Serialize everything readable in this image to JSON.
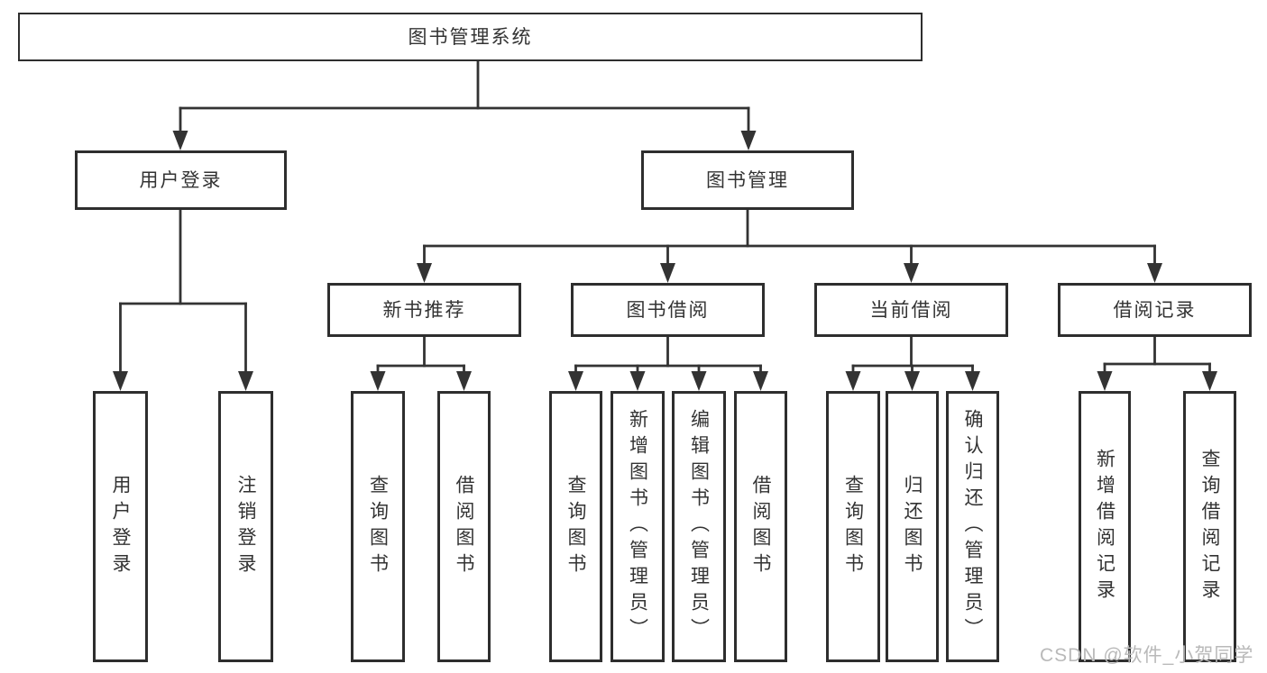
{
  "nodes": {
    "root": "图书管理系统",
    "user_login": "用户登录",
    "book_management": "图书管理",
    "new_book_recommend": "新书推荐",
    "book_borrowing": "图书借阅",
    "current_borrowing": "当前借阅",
    "borrowing_records": "借阅记录",
    "leaf_user_login": "用户登录",
    "leaf_logout": "注销登录",
    "leaf_nb_query_books": "查询图书",
    "leaf_nb_borrow_books": "借阅图书",
    "leaf_bb_query_books": "查询图书",
    "leaf_bb_add_books_admin": "新增图书（管理员）",
    "leaf_bb_edit_books_admin": "编辑图书（管理员）",
    "leaf_bb_borrow_books": "借阅图书",
    "leaf_cb_query_books": "查询图书",
    "leaf_cb_return_books": "归还图书",
    "leaf_cb_confirm_return_admin": "确认归还（管理员）",
    "leaf_br_add_record": "新增借阅记录",
    "leaf_br_query_record": "查询借阅记录"
  },
  "watermark": "CSDN @软件_小贺同学",
  "colors": {
    "line": "#333333",
    "box_border": "#2e2e2e",
    "text": "#333333",
    "watermark": "#b9b9b9",
    "background": "#ffffff"
  }
}
